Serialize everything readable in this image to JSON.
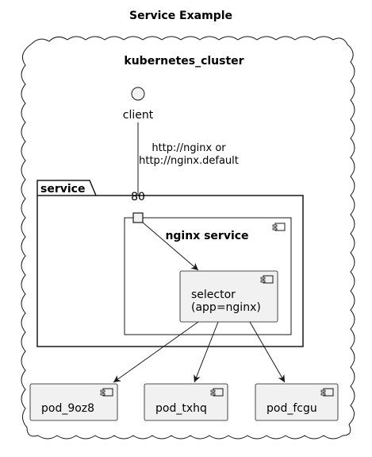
{
  "diagram": {
    "title": "Service Example",
    "cluster_label": "kubernetes_cluster",
    "client_label": "client",
    "edge_label_line1": "http://nginx or",
    "edge_label_line2": "http://nginx.default",
    "package_label": "service",
    "port_label": "80",
    "service_component_label": "nginx service",
    "selector_line1": "selector",
    "selector_line2": "(app=nginx)",
    "pods": [
      "pod_9oz8",
      "pod_txhq",
      "pod_fcgu"
    ]
  },
  "colors": {
    "node_fill": "#F1F1F1",
    "stroke": "#181818",
    "background": "#FFFFFF"
  }
}
